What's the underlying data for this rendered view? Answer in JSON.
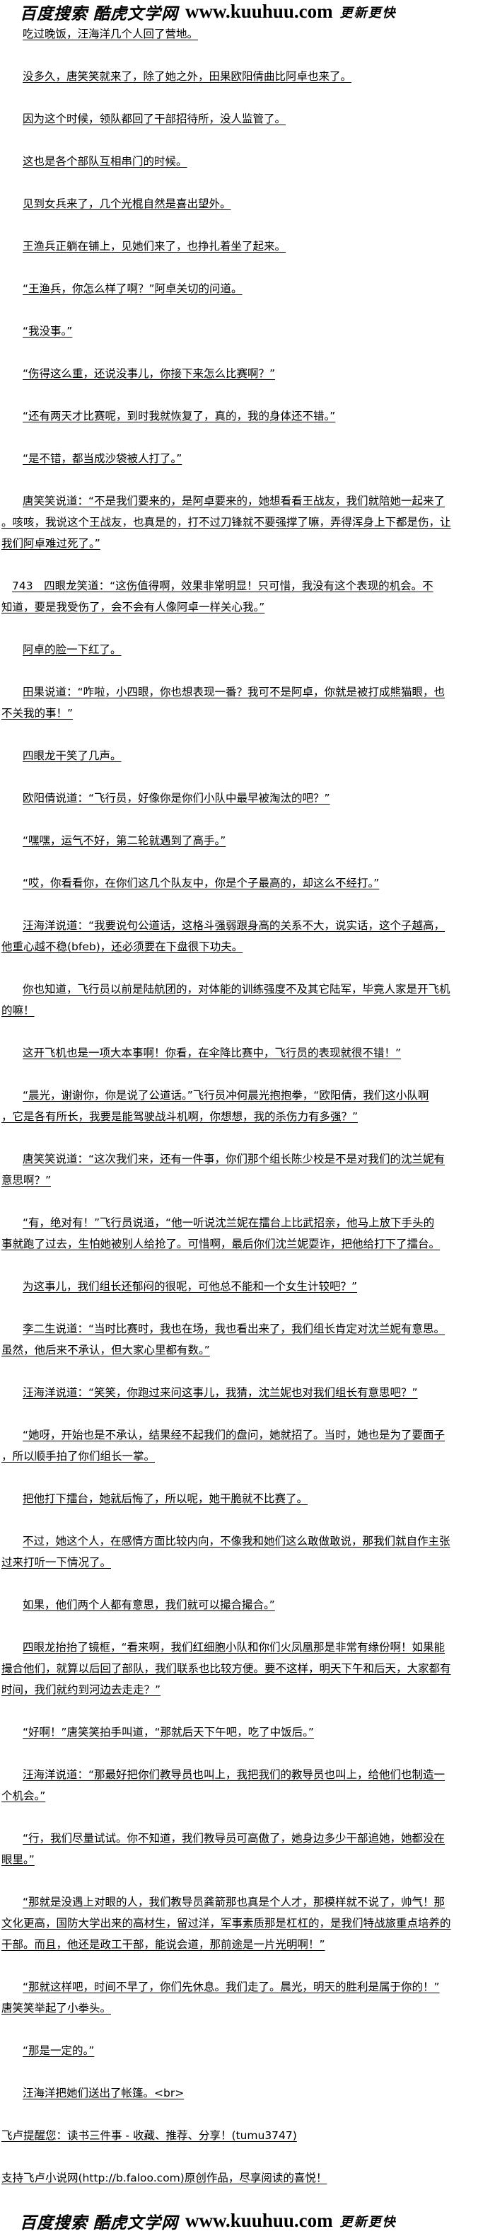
{
  "banner": {
    "search_label": "百度搜索",
    "site_name": "酷虎文学网",
    "url": "www.kuuhuu.com",
    "slogan": "更新更快"
  },
  "paragraphs": [
    [
      "吃过晚饭，汪海洋几个人回了营地。"
    ],
    [
      "没多久，唐笑笑就来了，除了她之外，田果欧阳倩曲比阿卓也来了。"
    ],
    [
      "因为这个时候，领队都回了干部招待所，没人监管了。"
    ],
    [
      "这也是各个部队互相串门的时候。"
    ],
    [
      "见到女兵来了，几个光棍自然是喜出望外。"
    ],
    [
      "王渔兵正躺在铺上，见她们来了，也挣扎着坐了起来。"
    ],
    [
      "“王渔兵，你怎么样了啊？”阿卓关切的问道。"
    ],
    [
      "“我没事。”"
    ],
    [
      "“伤得这么重，还说没事儿，你接下来怎么比赛啊？”"
    ],
    [
      "“还有两天才比赛呢，到时我就恢复了，真的，我的身体还不错。”"
    ],
    [
      "“是不错，都当成沙袋被人打了。”"
    ],
    [
      "唐笑笑说道：“不是我们要来的，是阿卓要来的，她想看看王战友，我们就陪她一起来了",
      "。咳咳，我说这个王战友，也真是的，打不过刀锋就不要强撑了嘛，弄得浑身上下都是伤，让",
      "我们阿卓难过死了。”"
    ],
    [
      "743　四眼龙笑道：“这伤值得啊，效果非常明显！只可惜，我没有这个表现的机会。不",
      "知道，要是我受伤了，会不会有人像阿卓一样关心我。”"
    ],
    [
      "阿卓的脸一下红了。"
    ],
    [
      "田果说道：“咋啦，小四眼，你也想表现一番？我可不是阿卓，你就是被打成熊猫眼，也",
      "不关我的事！”"
    ],
    [
      "四眼龙干笑了几声。"
    ],
    [
      "欧阳倩说道：“飞行员，好像你是你们小队中最早被淘汰的吧？”"
    ],
    [
      "“嘿嘿，运气不好，第二轮就遇到了高手。”"
    ],
    [
      "“哎，你看看你，在你们这几个队友中，你是个子最高的，却这么不经打。”"
    ],
    [
      "汪海洋说道：“我要说句公道话，这格斗强弱跟身高的关系不大，说实话，这个子越高，",
      "他重心越不稳(bfeb)，还必须要在下盘很下功夫。"
    ],
    [
      "你也知道，飞行员以前是陆航团的，对体能的训练强度不及其它陆军，毕竟人家是开飞机",
      "的嘛！"
    ],
    [
      "这开飞机也是一项大本事啊！你看，在伞降比赛中，飞行员的表现就很不错！”"
    ],
    [
      "“晨光，谢谢你，你是说了公道话。”飞行员冲何晨光抱抱拳，“欧阳倩，我们这小队啊",
      "，它是各有所长，我要是能驾驶战斗机啊，你想想，我的杀伤力有多强？”"
    ],
    [
      "唐笑笑说道：“这次我们来，还有一件事，你们那个组长陈少校是不是对我们的沈兰妮有",
      "意思啊？”"
    ],
    [
      "“有，绝对有！”飞行员说道，“他一听说沈兰妮在擂台上比武招亲，他马上放下手头的",
      "事就跑了过去，生怕她被别人给抢了。可惜啊，最后你们沈兰妮耍诈，把他给打下了擂台。"
    ],
    [
      "为这事儿，我们组长还郁闷的很呢，可他总不能和一个女生计较吧？”"
    ],
    [
      "李二生说道：“当时比赛时，我也在场，我也看出来了，我们组长肯定对沈兰妮有意思。",
      "虽然，他后来不承认，但大家心里都有数。”"
    ],
    [
      "汪海洋说道：“笑笑，你跑过来问这事儿，我猜，沈兰妮也对我们组长有意思吧？”"
    ],
    [
      "“她呀，开始也是不承认，结果经不起我们的盘问，她就招了。当时，她也是为了要面子",
      "，所以顺手拍了你们组长一掌。"
    ],
    [
      "把他打下擂台，她就后悔了，所以呢，她干脆就不比赛了。"
    ],
    [
      "不过，她这个人，在感情方面比较内向，不像我和她们这么敢做敢说，那我们就自作主张",
      "过来打听一下情况了。"
    ],
    [
      "如果，他们两个人都有意思，我们就可以撮合撮合。”"
    ],
    [
      "四眼龙抬抬了镜框，“看来啊，我们红细胞小队和你们火凤凰那是非常有缘份啊！如果能",
      "撮合他们，就算以后回了部队，我们联系也比较方便。要不这样，明天下午和后天，大家都有",
      "时间，我们就约到河边去走走？”"
    ],
    [
      "“好啊！”唐笑笑拍手叫道，“那就后天下午吧，吃了中饭后。”"
    ],
    [
      "汪海洋说道：“那最好把你们教导员也叫上，我把我们的教导员也叫上，给他们也制造一",
      "个机会。”"
    ],
    [
      "“行，我们尽量试试。你不知道，我们教导员可高傲了，她身边多少干部追她，她都没在",
      "眼里。”"
    ],
    [
      "“那就是没遇上对眼的人，我们教导员龚箭那也真是个人才，那模样就不说了，帅气！那",
      "文化更高，国防大学出来的高材生，留过洋，军事素质那是杠杠的，是我们特战旅重点培养的",
      "干部。而且，他还是政工干部，能说会道，那前途是一片光明啊！”"
    ],
    [
      "“那就这样吧，时间不早了，你们先休息。我们走了。晨光，明天的胜利是属于你的！”",
      "唐笑笑举起了小拳头。"
    ],
    [
      "“那是一定的。”"
    ],
    [
      "汪海洋把她们送出了帐篷。<br>"
    ],
    [
      "飞卢提醒您：读书三件事 - 收藏、推荐、分享！(tumu3747)"
    ],
    [
      "支持飞卢小说网(http://b.faloo.com)原创作品，尽享阅读的喜悦！"
    ]
  ]
}
